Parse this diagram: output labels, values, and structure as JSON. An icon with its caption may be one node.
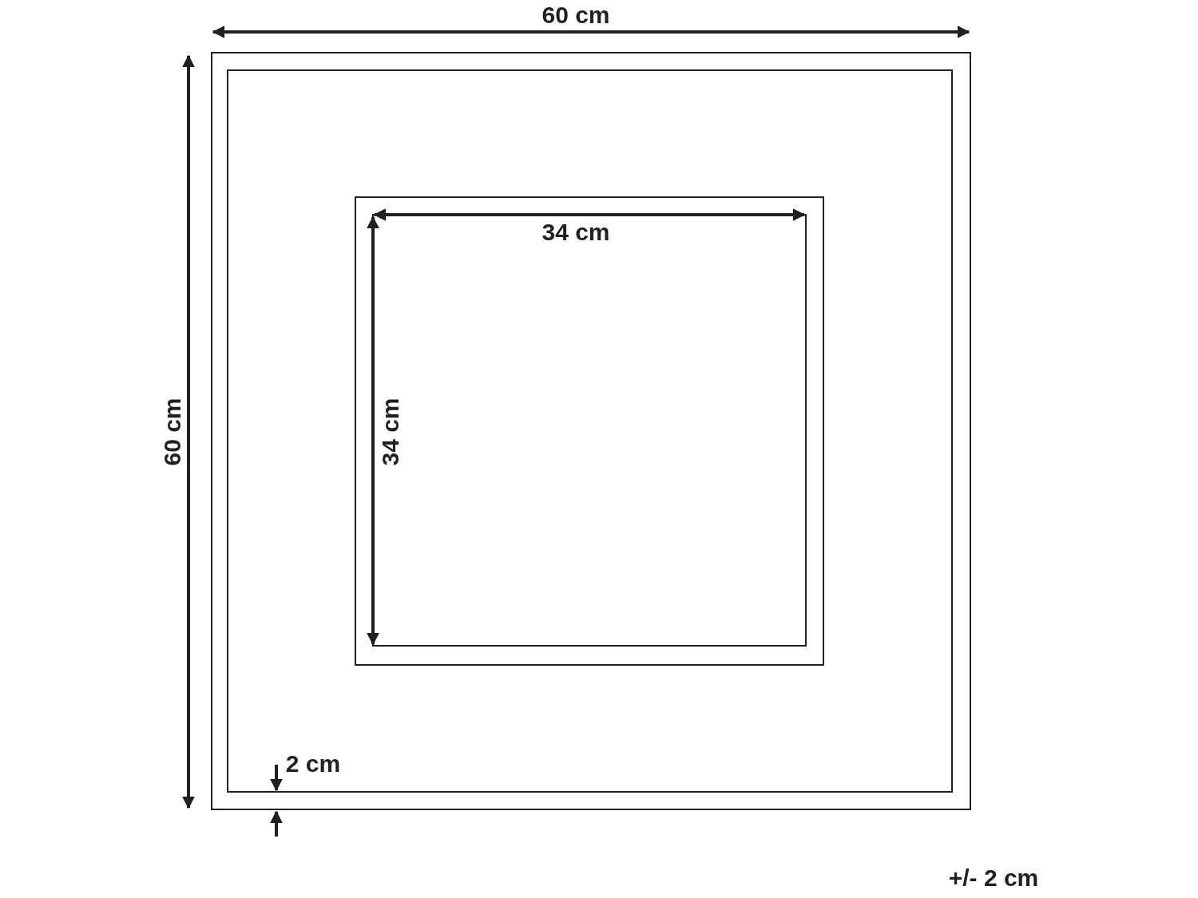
{
  "diagram": {
    "labels": [
      "60 cm",
      "34 cm",
      "60 cm",
      "34 cm",
      "2 cm",
      "+/- 2 cm"
    ]
  }
}
